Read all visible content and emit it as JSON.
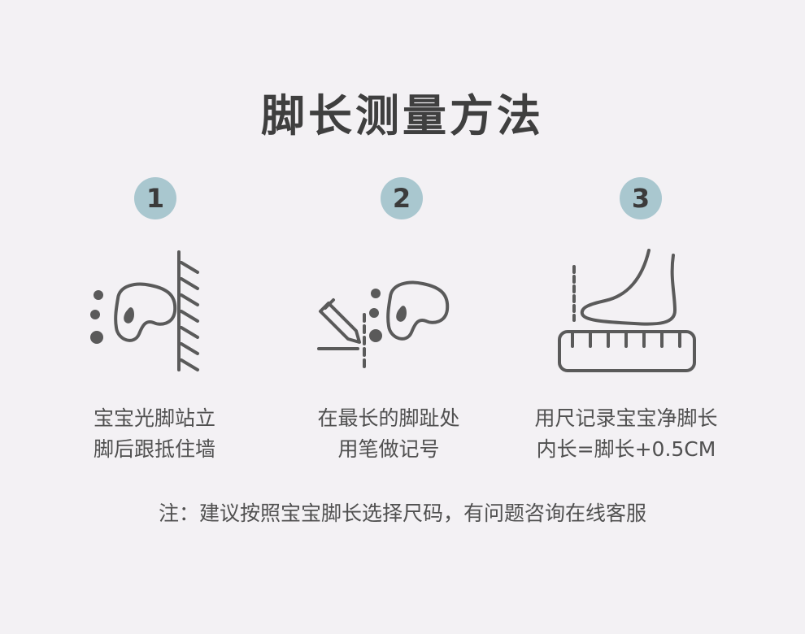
{
  "title": "脚长测量方法",
  "steps": [
    {
      "number": "1",
      "line1": "宝宝光脚站立",
      "line2": "脚后跟抵住墙"
    },
    {
      "number": "2",
      "line1": "在最长的脚趾处",
      "line2": "用笔做记号"
    },
    {
      "number": "3",
      "line1": "用尺记录宝宝净脚长",
      "line2": "内长=脚长+0.5CM"
    }
  ],
  "note": "注：建议按照宝宝脚长选择尺码，有问题咨询在线客服",
  "colors": {
    "background": "#f3f1f4",
    "badge": "#a9c7cf",
    "icon_stroke": "#5a5a5a"
  }
}
